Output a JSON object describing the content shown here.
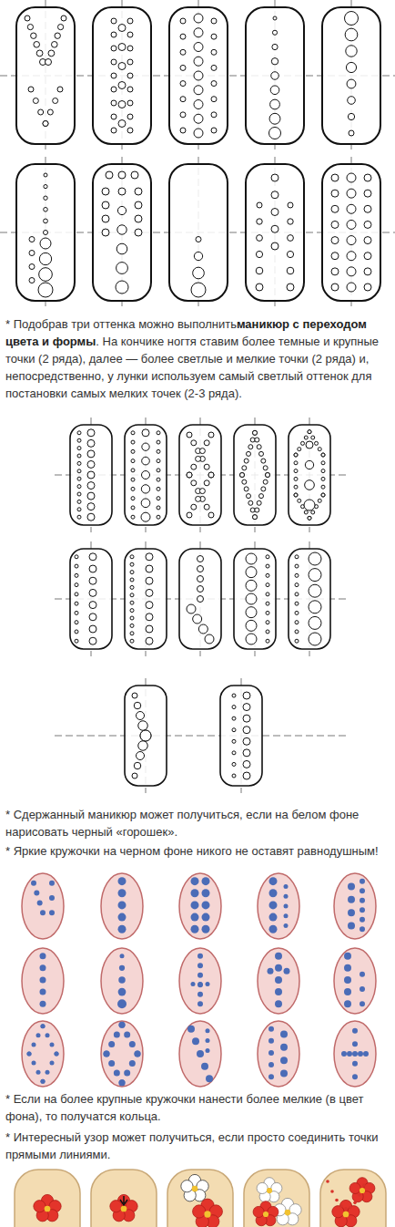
{
  "diagram": {
    "labels": [
      "* Подобрав три оттенка можно выполнить",
      "маникюр с переходом цвета и формы",
      ". На кончике ногтя ставим более темные и крупные точки (2 ряда), далее — более светлые и мелкие точки (2 ряда) и, непосредственно, у лунки используем самый светлый оттенок для постановки самых мелких точек (2-3 ряда).",
      "* Сдержанный маникюр может получиться, если на белом фоне нарисовать черный «горошек».",
      "* Яркие кружочки на черном фоне никого не оставят равнодушным!",
      "* Если на более крупные кружочки нанести более мелкие (в цвет фона), то получатся кольца.",
      "* Интересный узор может получиться, если просто соединить точки прямыми линиями."
    ]
  }
}
